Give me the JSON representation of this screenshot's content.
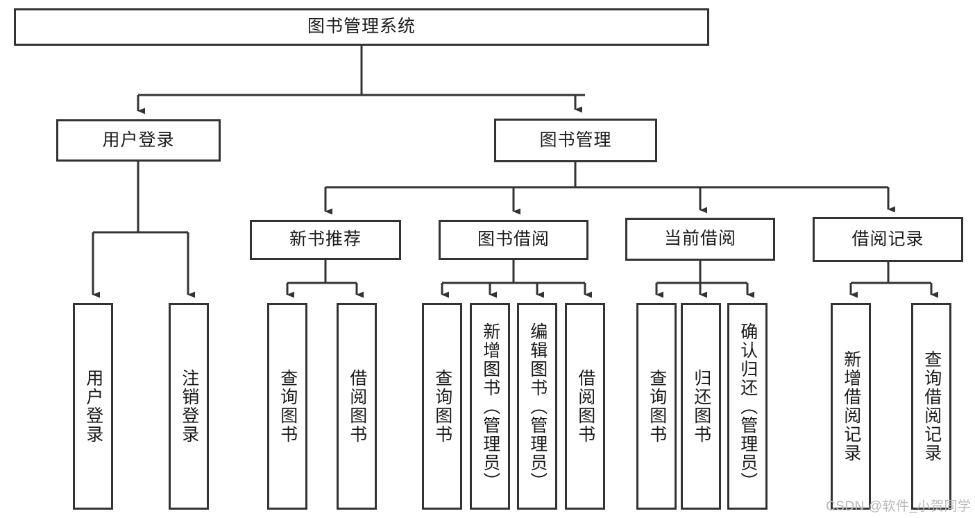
{
  "diagram": {
    "type": "tree",
    "title": "图书管理系统",
    "line_color": "#333333",
    "box_border_color": "#333333",
    "box_fill_color": "#ffffff",
    "background_color": "#ffffff",
    "text_color": "#1a1a1a",
    "root": {
      "label": "图书管理系统"
    },
    "level2": [
      {
        "label": "用户登录"
      },
      {
        "label": "图书管理"
      }
    ],
    "level3": [
      {
        "label": "新书推荐"
      },
      {
        "label": "图书借阅"
      },
      {
        "label": "当前借阅"
      },
      {
        "label": "借阅记录"
      }
    ],
    "leaves": {
      "user_login": [
        {
          "label": "用户登录"
        },
        {
          "label": "注销登录"
        }
      ],
      "new_book_recommend": [
        {
          "label": "查询图书"
        },
        {
          "label": "借阅图书"
        }
      ],
      "book_borrow": [
        {
          "label": "查询图书"
        },
        {
          "label": "新增图书（管理员）"
        },
        {
          "label": "编辑图书（管理员）"
        },
        {
          "label": "借阅图书"
        }
      ],
      "current_borrow": [
        {
          "label": "查询图书"
        },
        {
          "label": "归还图书"
        },
        {
          "label": "确认归还（管理员）"
        }
      ],
      "borrow_record": [
        {
          "label": "新增借阅记录"
        },
        {
          "label": "查询借阅记录"
        }
      ]
    }
  },
  "watermark": {
    "text": "CSDN @软件_小贺同学",
    "color": "#b9b9b9"
  }
}
